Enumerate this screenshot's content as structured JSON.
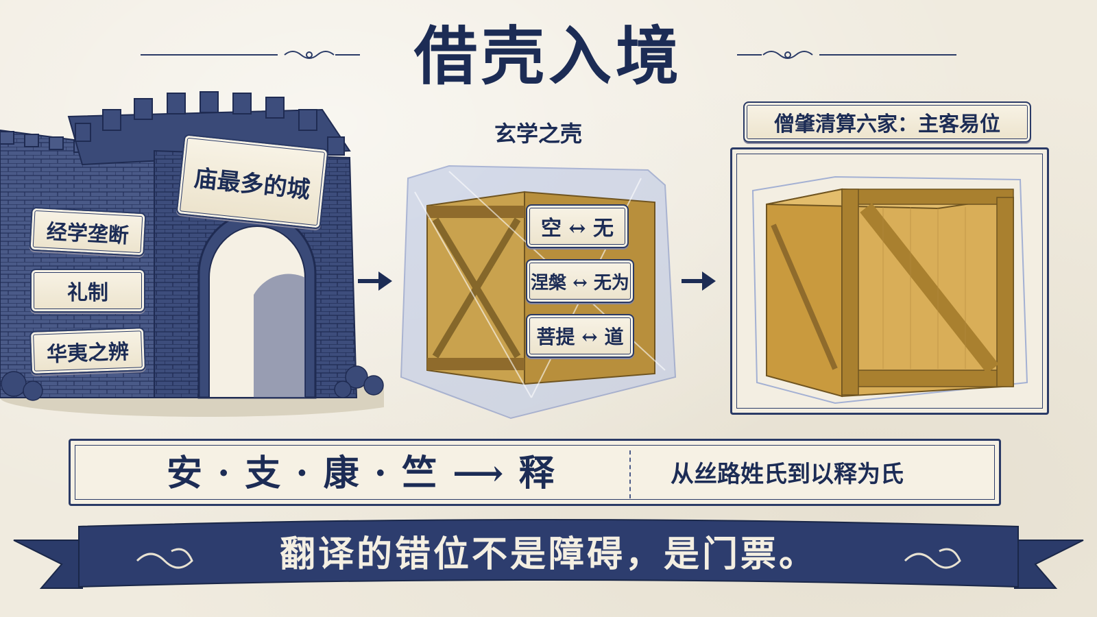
{
  "title": "借壳入境",
  "left_panel": {
    "gate_plaque": "庙最多的城",
    "tags": [
      "经学垄断",
      "礼制",
      "华夷之辨"
    ]
  },
  "middle_panel": {
    "caption": "玄学之壳",
    "pairs": [
      {
        "text": "空 ↔ 无"
      },
      {
        "text": "涅槃 ↔ 无为"
      },
      {
        "text": "菩提 ↔ 道"
      }
    ]
  },
  "right_panel": {
    "caption": "僧肇清算六家：主客易位"
  },
  "translation_bar": {
    "names": "安 · 支 · 康 · 竺 ⟶ 释",
    "subtitle": "从丝路姓氏到以释为氏"
  },
  "ribbon": {
    "text": "翻译的错位不是障碍，是门票。"
  },
  "colors": {
    "ink": "#1c2c55",
    "paper": "#f0ebdf",
    "wood": "#c9a24e",
    "wall": "#3a4a78"
  }
}
